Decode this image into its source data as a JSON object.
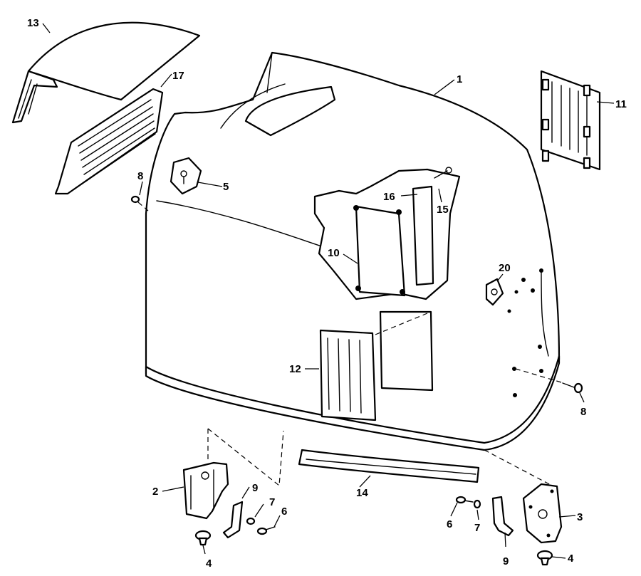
{
  "callouts": {
    "c1": "1",
    "c2": "2",
    "c3": "3",
    "c4_left": "4",
    "c4_right": "4",
    "c5": "5",
    "c6_left": "6",
    "c6_right": "6",
    "c7_left": "7",
    "c7_right": "7",
    "c8_top": "8",
    "c8_right": "8",
    "c9_left": "9",
    "c9_right": "9",
    "c10": "10",
    "c11": "11",
    "c12": "12",
    "c13": "13",
    "c14": "14",
    "c15": "15",
    "c16": "16",
    "c17": "17",
    "c20": "20"
  }
}
